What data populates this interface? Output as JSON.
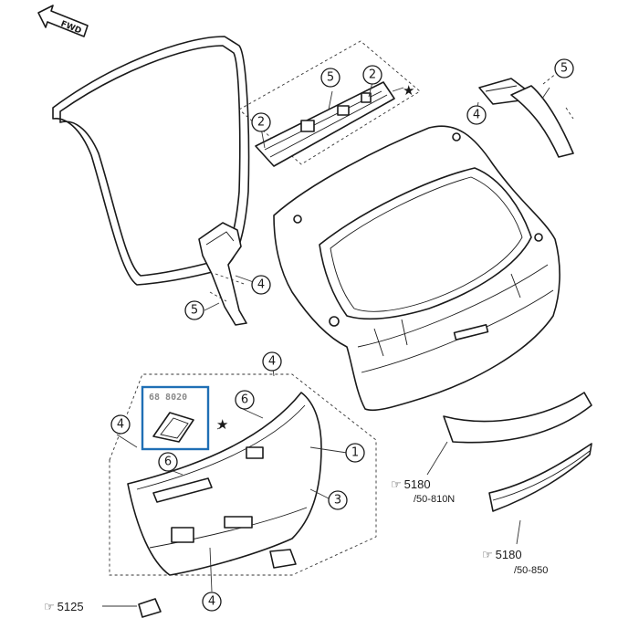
{
  "orientation": {
    "label": "FWD"
  },
  "star_mark": "★",
  "callouts": [
    {
      "id": "c2a",
      "text": "2"
    },
    {
      "id": "c5a",
      "text": "5"
    },
    {
      "id": "c2b",
      "text": "2"
    },
    {
      "id": "c5b",
      "text": "5"
    },
    {
      "id": "c4a",
      "text": "4"
    },
    {
      "id": "c4b",
      "text": "4"
    },
    {
      "id": "c5c",
      "text": "5"
    },
    {
      "id": "c4c",
      "text": "4"
    },
    {
      "id": "c6a",
      "text": "6"
    },
    {
      "id": "c4d",
      "text": "4"
    },
    {
      "id": "c6b",
      "text": "6"
    },
    {
      "id": "c1",
      "text": "1"
    },
    {
      "id": "c3",
      "text": "3"
    },
    {
      "id": "c4e",
      "text": "4"
    }
  ],
  "references": [
    {
      "id": "r5180a",
      "main": "5180",
      "sub": "/50-810N"
    },
    {
      "id": "r5180b",
      "main": "5180",
      "sub": "/50-850"
    },
    {
      "id": "r5125",
      "main": "5125",
      "sub": ""
    }
  ],
  "highlight": {
    "code": "68 8020",
    "color": "#1f6fb5"
  },
  "pointer_symbol": "☞"
}
